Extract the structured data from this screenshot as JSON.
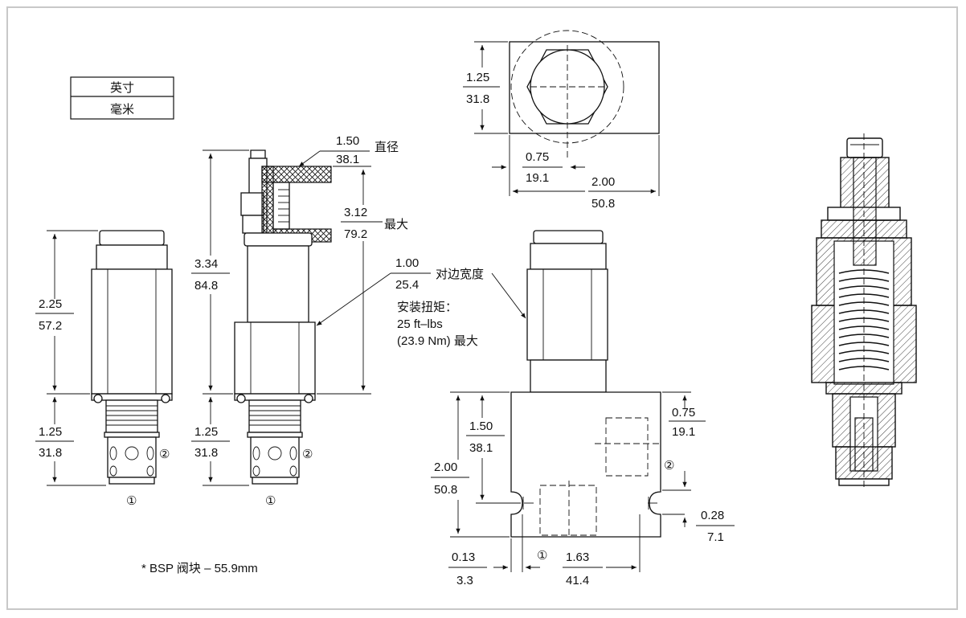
{
  "units_legend": {
    "top": "英寸",
    "bottom": "毫米"
  },
  "bsp_note": "* BSP 阀块 – 55.9mm",
  "port_1": "①",
  "port_2": "②",
  "dims": {
    "left_h_in": "2.25",
    "left_h_mm": "57.2",
    "left_lower_in": "1.25",
    "left_lower_mm": "31.8",
    "mid_h_in": "3.34",
    "mid_h_mm": "84.8",
    "mid_lower_in": "1.25",
    "mid_lower_mm": "31.8",
    "knob_dia_in": "1.50",
    "knob_dia_mm": "38.1",
    "knob_dia_label": "直径",
    "adj_max_in": "3.12",
    "adj_max_mm": "79.2",
    "adj_max_label": "最大",
    "hex_in": "1.00",
    "hex_mm": "25.4",
    "hex_label": "对边宽度",
    "torque_line1": "安装扭矩：",
    "torque_line2": "25 ft–lbs",
    "torque_line3": "(23.9 Nm) 最大",
    "top_h_in": "1.25",
    "top_h_mm": "31.8",
    "top_off_in": "0.75",
    "top_off_mm": "19.1",
    "top_w_in": "2.00",
    "top_w_mm": "50.8",
    "blk_h_in": "2.00",
    "blk_h_mm": "50.8",
    "blk_p2_in": "1.50",
    "blk_p2_mm": "38.1",
    "blk_r_in": "0.75",
    "blk_r_mm": "19.1",
    "blk_hole_in": "0.28",
    "blk_hole_mm": "7.1",
    "blk_edge_in": "0.13",
    "blk_edge_mm": "3.3",
    "blk_span_in": "1.63",
    "blk_span_mm": "41.4"
  }
}
